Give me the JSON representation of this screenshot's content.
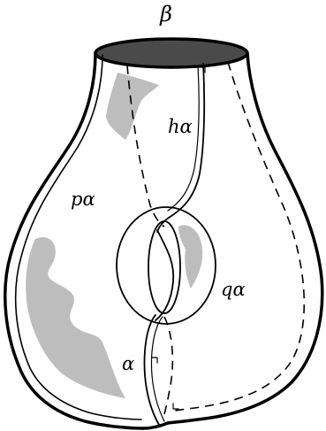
{
  "figure": {
    "labels": {
      "beta": "β",
      "h_alpha": "hα",
      "p_alpha": "pα",
      "q_alpha": "qα",
      "alpha": "α"
    },
    "colors": {
      "stroke": "#000000",
      "shade": "#bdbdbd",
      "opening": "#4a4a4a",
      "background": "#ffffff"
    }
  }
}
